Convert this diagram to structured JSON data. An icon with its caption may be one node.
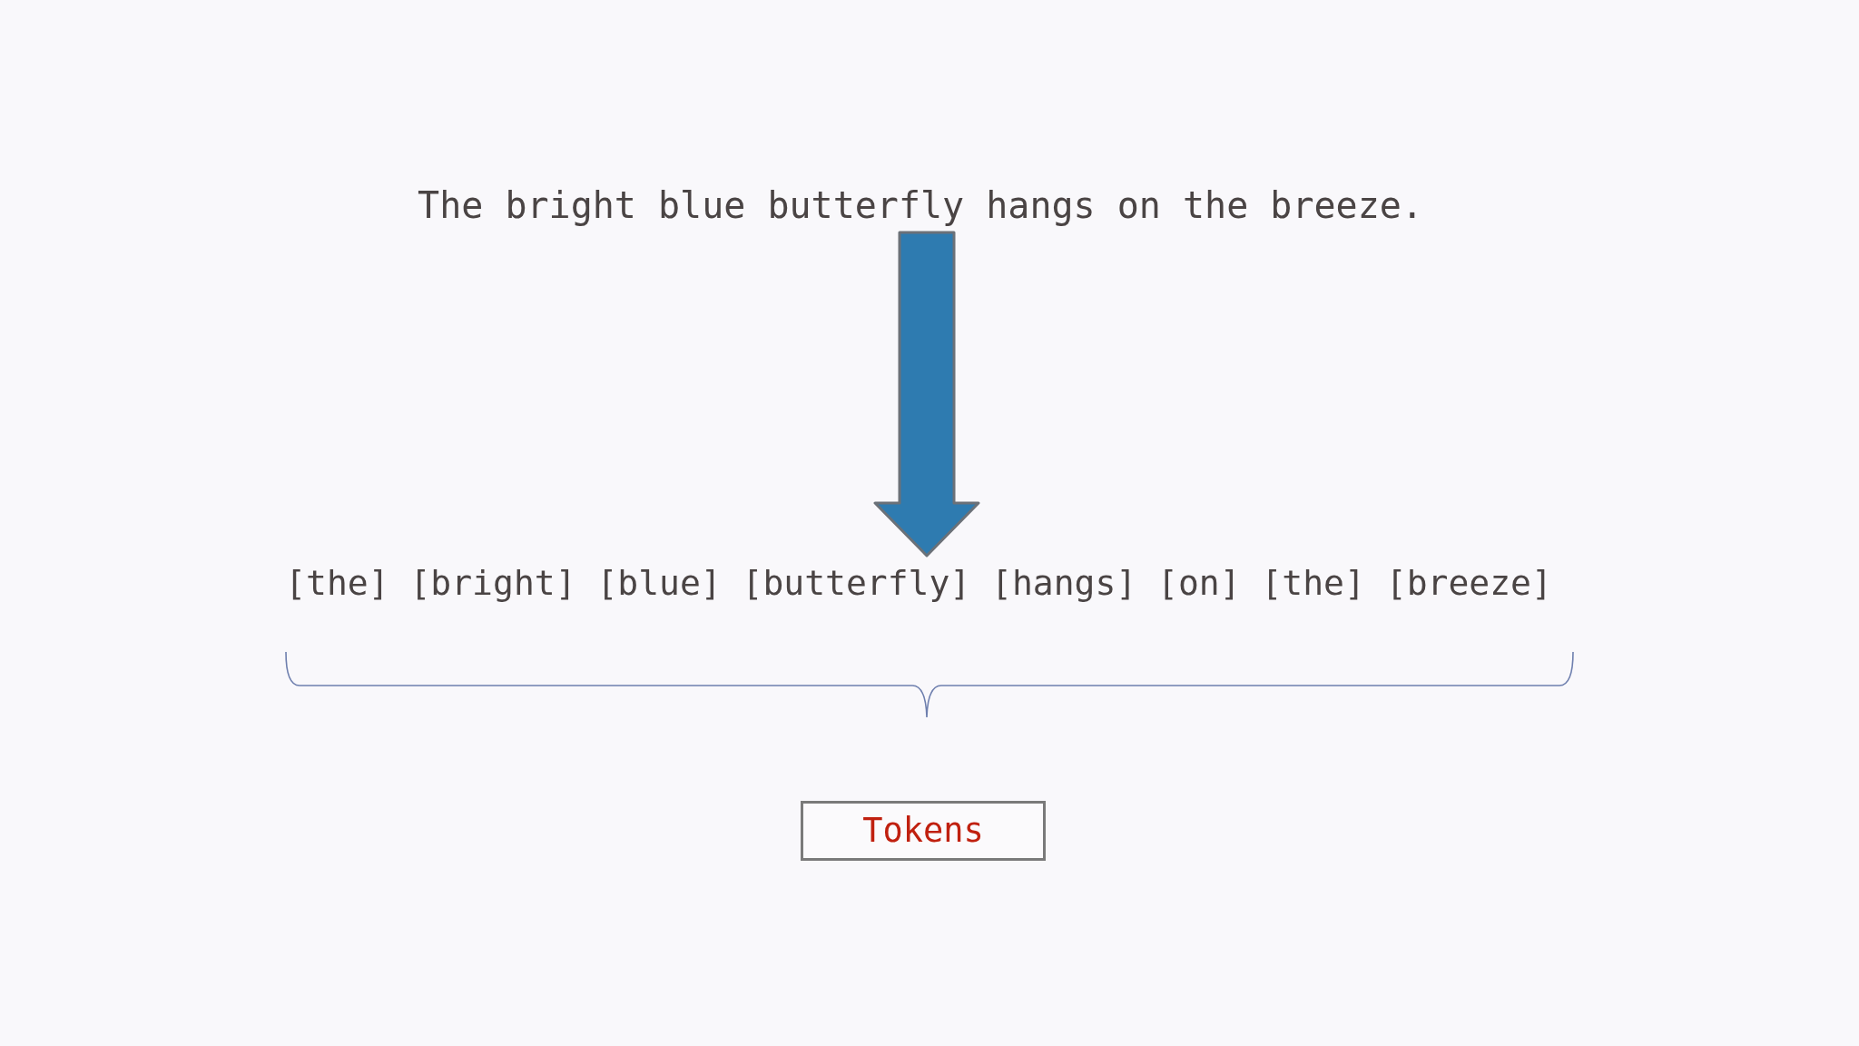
{
  "diagram": {
    "nodes": [
      {
        "text": [
          "The bright blue butterfly hangs on the breeze."
        ]
      },
      {
        "text": [
          "[the] [bright] [blue] [butterfly] [hangs] [on] [the] [breeze]"
        ]
      },
      {
        "text": [
          "Tokens"
        ]
      }
    ],
    "edges": [
      {
        "from": 0,
        "to": 1,
        "arrow": "to"
      }
    ]
  }
}
